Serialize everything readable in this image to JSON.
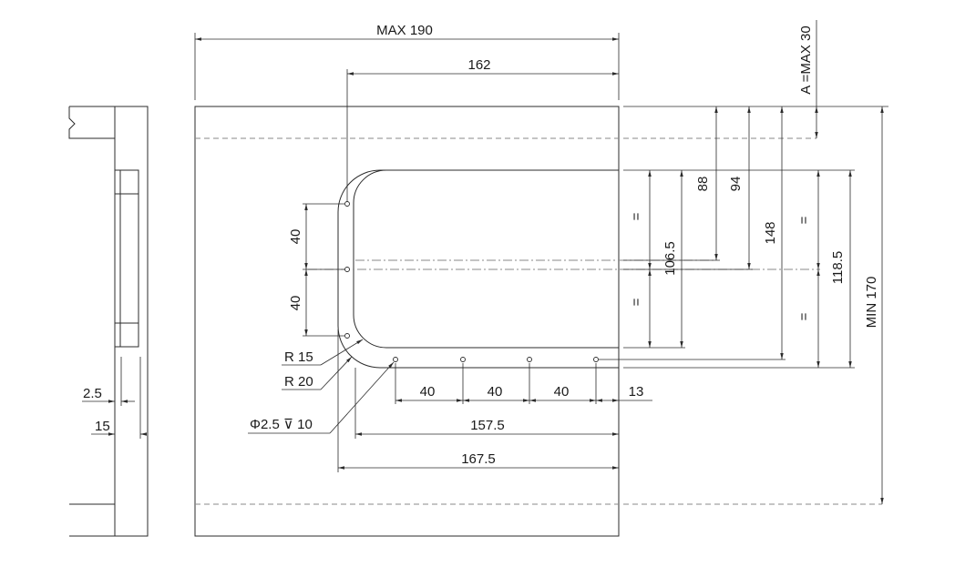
{
  "labels": {
    "max_190": "MAX 190",
    "d162": "162",
    "a_max30": "A =MAX 30",
    "d88": "88",
    "d94": "94",
    "d148": "148",
    "d106_5": "106.5",
    "eq1": "=",
    "eq2": "=",
    "eq3": "=",
    "eq4": "=",
    "d118_5": "118.5",
    "min170": "MIN 170",
    "d40_top": "40",
    "d40_bottom": "40",
    "r15": "R 15",
    "r20": "R 20",
    "hole": "Φ2.5 ⊽ 10",
    "h40_1": "40",
    "h40_2": "40",
    "h40_3": "40",
    "d13": "13",
    "d157_5": "157.5",
    "d167_5": "167.5",
    "d2_5": "2.5",
    "d15": "15"
  },
  "colors": {
    "line": "#2b2b2b",
    "hidden": "#8a8a8a",
    "background": "#ffffff"
  }
}
